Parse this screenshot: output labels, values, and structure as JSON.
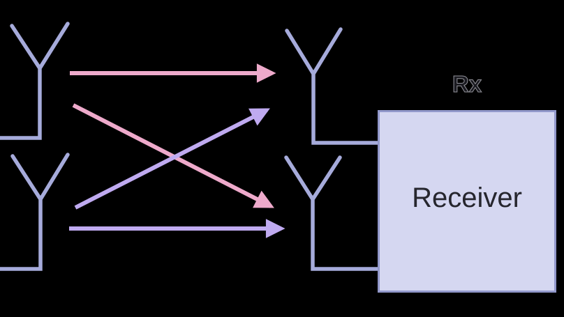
{
  "labels": {
    "receiver": "Receiver",
    "rx": "Rx"
  },
  "colors": {
    "background": "#000000",
    "antenna": "#a6abdb",
    "arrow_pink": "#eeaacb",
    "arrow_purple": "#bfaaf0",
    "box_fill": "#d5d7f1",
    "box_border": "#9298cb",
    "receiver_text": "#26262e",
    "rx_text": "#1a1a20"
  },
  "diagram": {
    "nodes": [
      {
        "id": "tx-antenna-1",
        "kind": "antenna",
        "side": "transmit-top"
      },
      {
        "id": "tx-antenna-2",
        "kind": "antenna",
        "side": "transmit-bottom"
      },
      {
        "id": "rx-antenna-1",
        "kind": "antenna",
        "side": "receive-top"
      },
      {
        "id": "rx-antenna-2",
        "kind": "antenna",
        "side": "receive-bottom"
      },
      {
        "id": "receiver-box",
        "kind": "box",
        "label": "Receiver",
        "caption": "Rx"
      }
    ],
    "links": [
      {
        "from": "tx-antenna-1",
        "to": "rx-antenna-1",
        "style": "straight",
        "color": "#eeaacb"
      },
      {
        "from": "tx-antenna-1",
        "to": "rx-antenna-2",
        "style": "diagonal",
        "color": "#eeaacb"
      },
      {
        "from": "tx-antenna-2",
        "to": "rx-antenna-1",
        "style": "diagonal",
        "color": "#bfaaf0"
      },
      {
        "from": "tx-antenna-2",
        "to": "rx-antenna-2",
        "style": "straight",
        "color": "#bfaaf0"
      }
    ]
  }
}
